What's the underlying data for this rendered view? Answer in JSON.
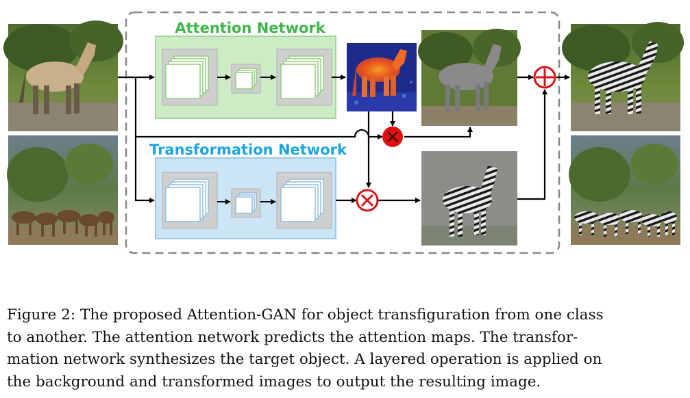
{
  "figure": {
    "attention_title": "Attention Network",
    "transformation_title": "Transformation Network",
    "colors": {
      "attention_green": "#3fb54a",
      "attention_box_fill": "#cdebc4",
      "transformation_blue": "#1aa5e0",
      "transformation_box_fill": "#cce5f6",
      "operator_red": "#e01010",
      "dashed_border": "#888888"
    },
    "icons": {
      "multiply": "circled-times-icon",
      "add": "circled-plus-icon"
    }
  },
  "caption": {
    "line1": "Figure 2: The proposed Attention-GAN for object transfiguration from one class",
    "line2": "to another. The attention network predicts the attention maps. The transfor-",
    "line3": "mation network synthesizes the target object. A layered operation is applied on",
    "line4": "the background and transformed images to output the resulting image."
  }
}
